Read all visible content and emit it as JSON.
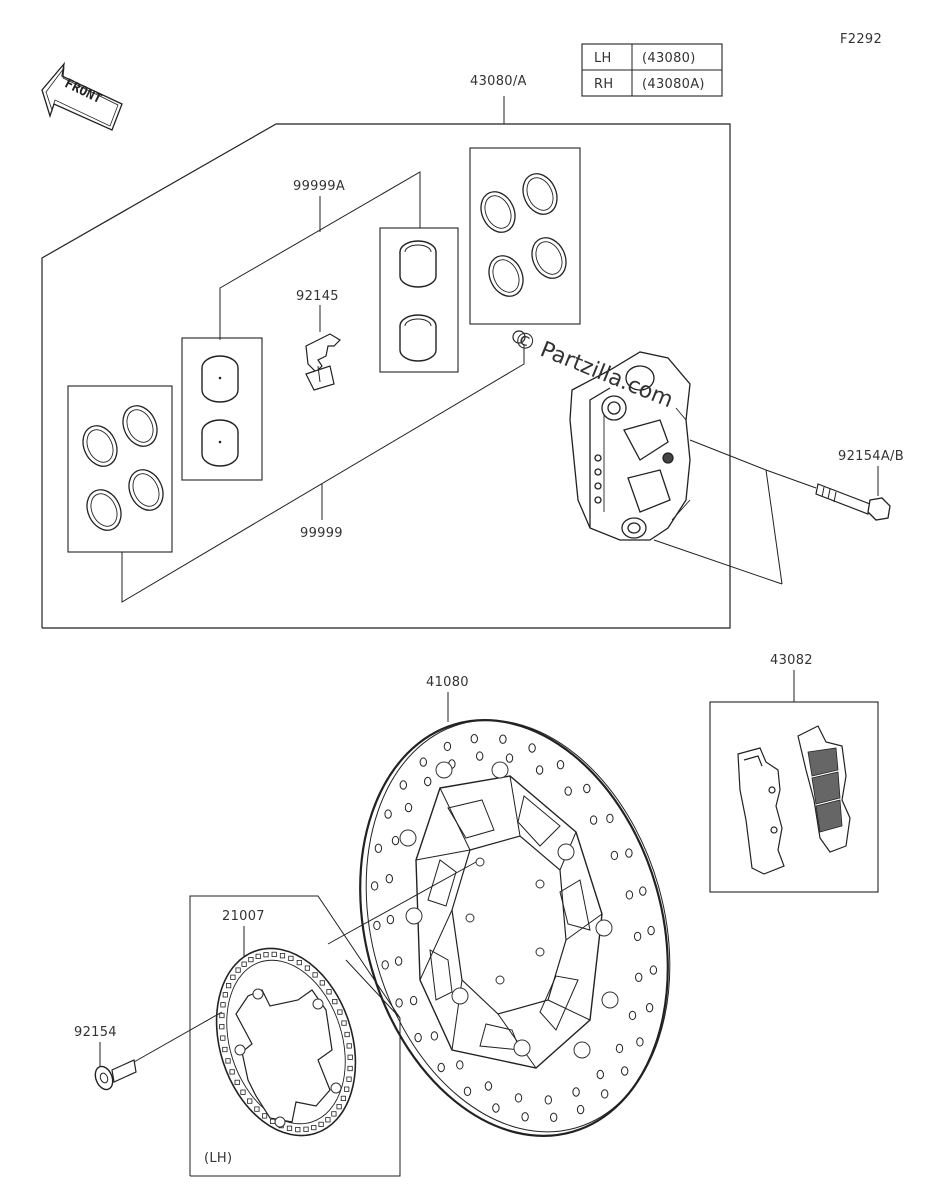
{
  "diagram_code": "F2292",
  "front_arrow": {
    "label": "FRONT",
    "icon": "front-arrow-icon"
  },
  "side_table": {
    "rows": [
      {
        "side": "LH",
        "part": "(43080)"
      },
      {
        "side": "RH",
        "part": "(43080A)"
      }
    ]
  },
  "watermark": "© Partzilla.com",
  "parts": {
    "caliper_assy": "43080/A",
    "piston_kit_a": "99999A",
    "pad_spring": "92145",
    "piston_kit": "99999",
    "caliper_bolt": "92154A/B",
    "brake_disc": "41080",
    "pad_set": "43082",
    "sensor_rotor": "21007",
    "disc_bolt": "92154",
    "lh_note": "(LH)"
  }
}
